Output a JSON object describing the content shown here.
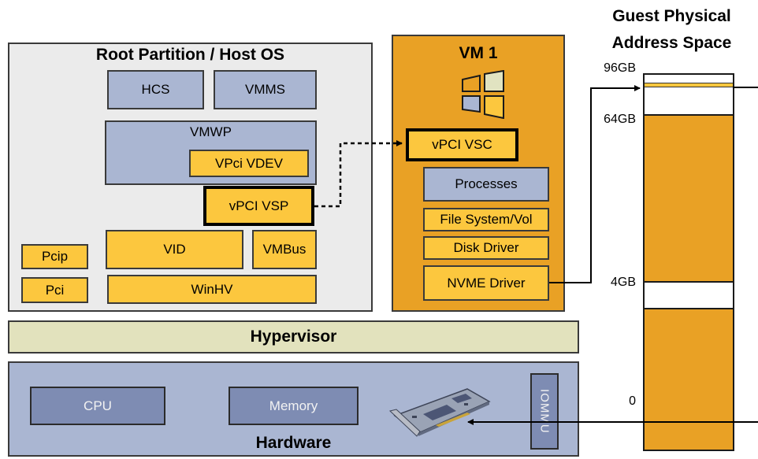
{
  "root_partition": {
    "title": "Root Partition / Host OS",
    "hcs": "HCS",
    "vmms": "VMMS",
    "vmwp": "VMWP",
    "vpci_vdev": "VPci VDEV",
    "vpci_vsp": "vPCI VSP",
    "vid": "VID",
    "vmbus": "VMBus",
    "pcip": "Pcip",
    "pci": "Pci",
    "winhv": "WinHV"
  },
  "vm1": {
    "title": "VM 1",
    "vpci_vsc": "vPCI VSC",
    "processes": "Processes",
    "file_system": "File System/Vol",
    "disk_driver": "Disk Driver",
    "nvme_driver": "NVME Driver"
  },
  "hypervisor": {
    "label": "Hypervisor"
  },
  "hardware": {
    "label": "Hardware",
    "cpu": "CPU",
    "memory": "Memory",
    "iommu": "IOMMU"
  },
  "address_space": {
    "title_line1": "Guest Physical",
    "title_line2": "Address Space",
    "labels": [
      "96GB",
      "64GB",
      "4GB",
      "0"
    ]
  },
  "colors": {
    "host_bg": "#ebebeb",
    "vm_bg": "#e9a125",
    "component_blue": "#aab6d2",
    "component_yellow": "#fcc73e",
    "hypervisor_bg": "#e2e2bd",
    "hardware_bg": "#aab6d2",
    "hardware_component": "#7e8cb3",
    "memory_fill": "#e9a125"
  }
}
